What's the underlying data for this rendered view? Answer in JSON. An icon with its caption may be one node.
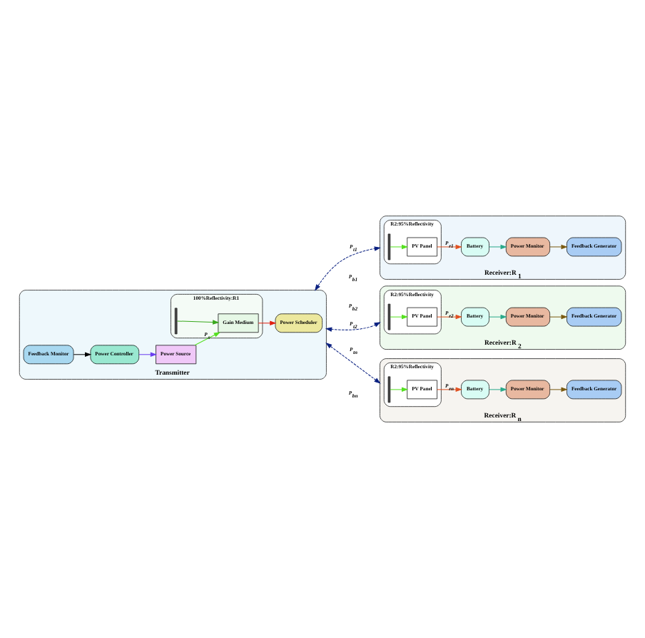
{
  "diagram": {
    "nodes": [
      {
        "text": [
          "Transmitter"
        ]
      },
      {
        "text": [
          "Power Source"
        ],
        "in": 0
      },
      {
        "text": [
          "100%Reflectivity:R1"
        ],
        "in": 0
      },
      {
        "text": [],
        "shape": "mirror",
        "in": 2
      },
      {
        "text": [
          "Gain Medium"
        ],
        "in": 2
      },
      {
        "text": [
          "Power Scheduler"
        ],
        "in": 0
      },
      {
        "text": [
          "Power Controller"
        ],
        "in": 0
      },
      {
        "text": [
          "Feedback Monitor"
        ],
        "in": 0
      },
      {
        "text": [
          "Receiver:R$_{1}$"
        ]
      },
      {
        "text": [
          "R2:95%Reflectivity"
        ],
        "in": 8
      },
      {
        "text": [],
        "shape": "mirror",
        "in": 9
      },
      {
        "text": [
          "PV Panel"
        ],
        "in": 9
      },
      {
        "text": [
          "Battery"
        ],
        "in": 8
      },
      {
        "text": [
          "Power Monitor"
        ],
        "in": 8
      },
      {
        "text": [
          "Feedback Generator"
        ],
        "in": 8
      },
      {
        "text": [
          "Receiver:R$_{2}$"
        ]
      },
      {
        "text": [
          "R2:95%Reflectivity"
        ],
        "in": 15
      },
      {
        "text": [],
        "shape": "mirror",
        "in": 16
      },
      {
        "text": [
          "PV Panel"
        ],
        "in": 16
      },
      {
        "text": [
          "Battery"
        ],
        "in": 15
      },
      {
        "text": [
          "Power Monitor"
        ],
        "in": 15
      },
      {
        "text": [
          "Feedback Generator"
        ],
        "in": 15
      },
      {
        "text": [
          "Receiver:R$_{n}$"
        ]
      },
      {
        "text": [
          "R2:95%Reflectivity"
        ],
        "in": 22
      },
      {
        "text": [],
        "shape": "mirror",
        "in": 23
      },
      {
        "text": [
          "PV Panel"
        ],
        "in": 23
      },
      {
        "text": [
          "Battery"
        ],
        "in": 22
      },
      {
        "text": [
          "Power Monitor"
        ],
        "in": 22
      },
      {
        "text": [
          "Feedback Generator"
        ],
        "in": 22
      }
    ],
    "edges": [
      {
        "from": 3,
        "to": 4,
        "arrow": "to",
        "color": "#3aa81e"
      },
      {
        "from": 1,
        "to": 4,
        "label": "P$_{s}$",
        "arrow": "to",
        "color": "#55e020"
      },
      {
        "from": 4,
        "to": 5,
        "arrow": "to",
        "color": "#e02010"
      },
      {
        "from": 7,
        "to": 6,
        "arrow": "to",
        "color": "#000000"
      },
      {
        "from": 6,
        "to": 1,
        "arrow": "to",
        "color": "#6a3cf0"
      },
      {
        "from": 0,
        "to": 8,
        "label": "P$_{t1}$",
        "arrow": "both",
        "style": "dashed",
        "color": "#0a2080"
      },
      {
        "from": 0,
        "to": 15,
        "label": "P$_{t2}$",
        "arrow": "both",
        "style": "dashed",
        "color": "#0a2080"
      },
      {
        "from": 0,
        "to": 22,
        "label": "P$_{tn}$",
        "arrow": "both",
        "style": "dashed",
        "color": "#0a2080"
      },
      {
        "from": 10,
        "to": 11,
        "arrow": "to",
        "color": "#55e020"
      },
      {
        "from": 11,
        "to": 12,
        "label": "P$_{r1}$",
        "arrow": "to",
        "color": "#e05020"
      },
      {
        "from": 12,
        "to": 13,
        "arrow": "to",
        "color": "#2aa98a"
      },
      {
        "from": 13,
        "to": 14,
        "arrow": "to",
        "color": "#7a5a10"
      },
      {
        "from": 17,
        "to": 18,
        "arrow": "to",
        "color": "#55e020"
      },
      {
        "from": 18,
        "to": 19,
        "label": "P$_{r2}$",
        "arrow": "to",
        "color": "#e05020"
      },
      {
        "from": 19,
        "to": 20,
        "arrow": "to",
        "color": "#2aa98a"
      },
      {
        "from": 20,
        "to": 21,
        "arrow": "to",
        "color": "#7a5a10"
      },
      {
        "from": 24,
        "to": 25,
        "arrow": "to",
        "color": "#55e020"
      },
      {
        "from": 25,
        "to": 26,
        "label": "P$_{rn}$",
        "arrow": "to",
        "color": "#e05020"
      },
      {
        "from": 26,
        "to": 27,
        "arrow": "to",
        "color": "#2aa98a"
      },
      {
        "from": 27,
        "to": 28,
        "arrow": "to",
        "color": "#7a5a10"
      }
    ],
    "labels": [
      "P$_{b1}$",
      "P$_{b2}$",
      "P$_{bn}$"
    ]
  }
}
